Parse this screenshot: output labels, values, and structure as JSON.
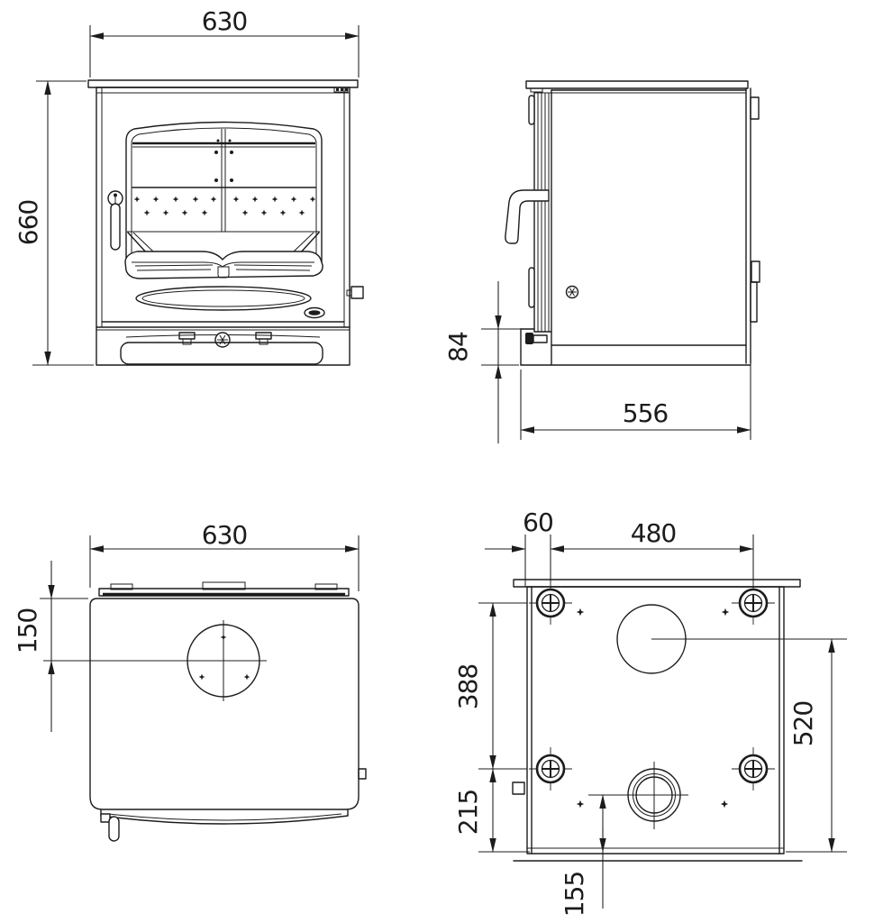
{
  "page": {
    "background": "#ffffff",
    "line_color": "#1c1c1c"
  },
  "drawing": {
    "type": "technical-orthographic-drawing",
    "subject": "multi-fuel stove dimensional drawing, four views (front, side, top, bottom)",
    "units": "mm",
    "views": {
      "front": {
        "label": "front-view",
        "width_mm": "630",
        "height_mm": "660"
      },
      "side": {
        "label": "side-view",
        "base_height_mm": "84",
        "depth_mm": "556"
      },
      "top": {
        "label": "top-view",
        "width_mm": "630",
        "flue_offset_mm": "150"
      },
      "bottom": {
        "label": "bottom-view",
        "boss_inset_mm": "60",
        "boss_span_mm": "480",
        "boss_pitch_mm": "388",
        "boss_front_mm": "215",
        "outlet_offset_mm": "155",
        "flue_front_mm": "520"
      }
    }
  }
}
